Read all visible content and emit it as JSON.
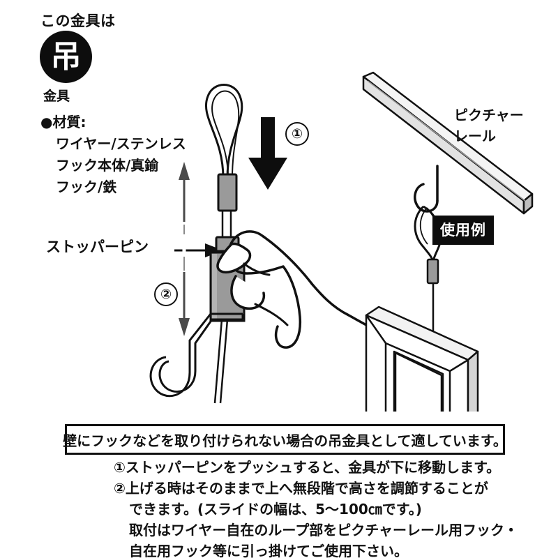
{
  "header": {
    "intro_text": "この金具は",
    "badge_kanji": "吊",
    "badge_sub": "金具"
  },
  "material": {
    "head": "●材質:",
    "lines": [
      "ワイヤー/ステンレス",
      "フック本体/真鍮",
      "フック/鉄"
    ]
  },
  "labels": {
    "stopper_pin": "ストッパーピン",
    "picture_rail_line1": "ピクチャー",
    "picture_rail_line2": "レール",
    "usage_example": "使用例"
  },
  "steps": {
    "one": "①",
    "two": "②"
  },
  "caption": {
    "text": "壁にフックなどを取り付けられない場合の吊金具として適しています。"
  },
  "instructions": {
    "lines": [
      "①ストッパーピンをプッシュすると、金具が下に移動します。",
      "②上げる時はそのままで上へ無段階で高さを調節することが",
      "できます。(スライドの幅は、5〜100㎝です。)",
      "取付はワイヤー自在のループ部をピクチャーレール用フック・",
      "自在用フック等に引っ掛けてご使用下さい。"
    ]
  },
  "colors": {
    "ink": "#111111",
    "metal_gray": "#999999",
    "sleeve_gray": "#8f8f8f",
    "rail_light": "#f2f2f2",
    "rail_mid": "#dcdcdc",
    "background": "#ffffff"
  },
  "figure": {
    "wire_loop_name": "wire-loop",
    "crimp_sleeve_name": "crimp-sleeve",
    "stopper_pin_name": "stopper-pin",
    "hook_body_name": "hook-body",
    "j_hook_name": "j-hook",
    "hand_name": "hand-illustration",
    "push_arrow_name": "push-down-arrow",
    "slide_arrow_name": "slide-updown-arrow",
    "pointer_arrow_name": "stopper-pointer-arrow",
    "picture_rail_name": "picture-rail",
    "rail_hook_name": "rail-hook",
    "picture_frame_name": "picture-frame"
  }
}
